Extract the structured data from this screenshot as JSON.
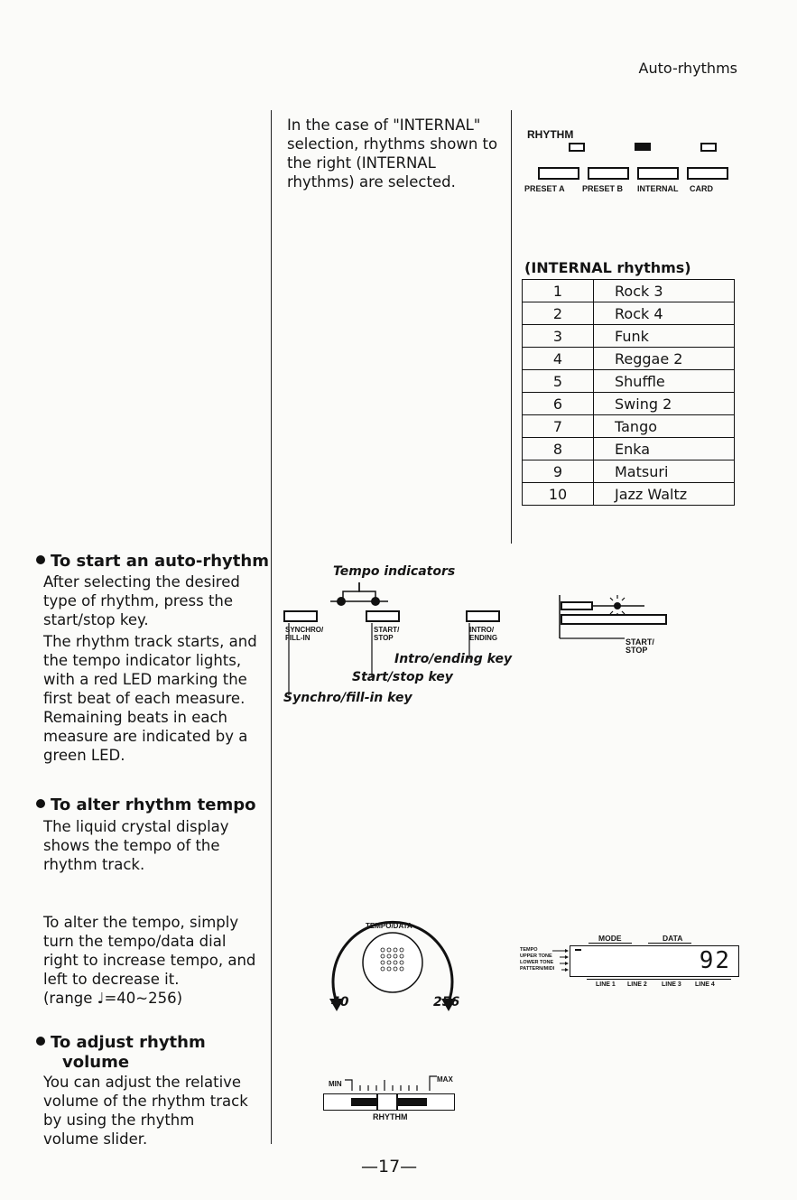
{
  "header": {
    "section_title": "Auto-rhythms"
  },
  "left_column": {
    "start": {
      "heading": "To start an auto-rhythm",
      "para1": "After selecting the desired type of rhythm, press the start/stop key.",
      "para2": "The rhythm track starts, and the tempo indicator lights, with a red LED marking the first beat of each measure. Remaining beats in each measure are indicated by a green LED."
    },
    "tempo": {
      "heading": "To alter rhythm tempo",
      "para1": "The liquid crystal display shows the tempo of the rhythm track.",
      "para2": "To alter the tempo, simply turn the tempo/data dial right to increase tempo, and left to decrease it.",
      "range": "(range ♩=40~256)"
    },
    "volume": {
      "heading_line1": "To adjust rhythm",
      "heading_line2": "volume",
      "para1": "You can adjust the relative volume of the rhythm track by using the rhythm volume slider."
    }
  },
  "middle_column": {
    "internal_text": "In the case of \"INTERNAL\" selection, rhythms shown to the right (INTERNAL rhythms) are selected.",
    "tempo_indicators_label": "Tempo indicators",
    "synchro_label": "SYNCHRO/ FILL-IN",
    "start_stop_label": "START/ STOP",
    "intro_ending_label": "INTRO/ ENDING",
    "intro_ending_key": "Intro/ending key",
    "start_stop_key": "Start/stop key",
    "synchro_key": "Synchro/fill-in key",
    "dial": {
      "label": "TEMPO/DATA",
      "min": "40",
      "max": "256"
    },
    "slider": {
      "min": "MIN",
      "max": "MAX",
      "label": "RHYTHM"
    }
  },
  "right_column": {
    "rhythm_panel_label": "RHYTHM",
    "rhythm_buttons": [
      "PRESET A",
      "PRESET B",
      "INTERNAL",
      "CARD"
    ],
    "table_title": "(INTERNAL rhythms)",
    "rhythms": [
      {
        "num": "1",
        "name": "Rock 3"
      },
      {
        "num": "2",
        "name": "Rock 4"
      },
      {
        "num": "3",
        "name": "Funk"
      },
      {
        "num": "4",
        "name": "Reggae 2"
      },
      {
        "num": "5",
        "name": "Shuffle"
      },
      {
        "num": "6",
        "name": "Swing 2"
      },
      {
        "num": "7",
        "name": "Tango"
      },
      {
        "num": "8",
        "name": "Enka"
      },
      {
        "num": "9",
        "name": "Matsuri"
      },
      {
        "num": "10",
        "name": "Jazz Waltz"
      }
    ],
    "start_stop_key_label": "START/ STOP",
    "lcd": {
      "mode_label": "MODE",
      "data_label": "DATA",
      "side_labels": [
        "TEMPO",
        "UPPER TONE",
        "LOWER TONE",
        "PATTERN/MIDI"
      ],
      "value": "92",
      "lines": [
        "LINE 1",
        "LINE 2",
        "LINE 3",
        "LINE 4"
      ]
    }
  },
  "footer": {
    "page_number": "—17—"
  }
}
